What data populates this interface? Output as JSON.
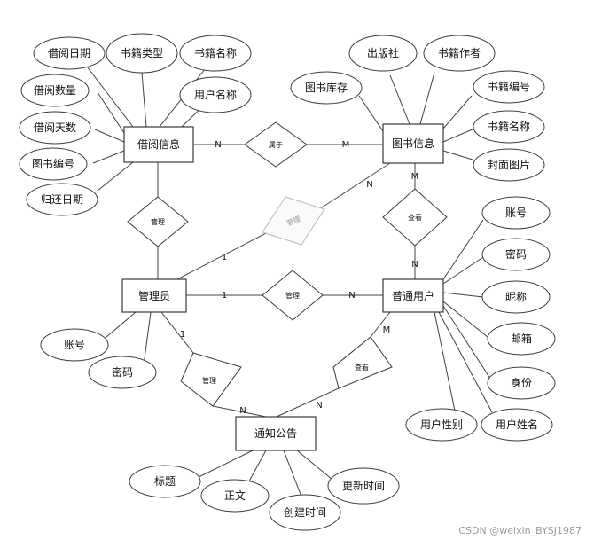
{
  "entities": {
    "borrow": "借阅信息",
    "book": "图书信息",
    "admin": "管理员",
    "user": "普通用户",
    "notice": "通知公告"
  },
  "relationships": {
    "belongs": "属于",
    "admin_borrow": "管理",
    "admin_book": "管理",
    "admin_user": "管理",
    "user_book": "查看",
    "admin_notice": "管理",
    "user_notice": "查看"
  },
  "attributes": {
    "borrow": [
      "借阅日期",
      "书籍类型",
      "书籍名称",
      "借阅数量",
      "用户名称",
      "借阅天数",
      "图书编号",
      "归还日期"
    ],
    "book": [
      "出版社",
      "书籍作者",
      "图书库存",
      "书籍编号",
      "书籍名称",
      "封面图片"
    ],
    "admin": [
      "账号",
      "密码"
    ],
    "user": [
      "账号",
      "密码",
      "昵称",
      "邮箱",
      "身份",
      "用户性别",
      "用户姓名"
    ],
    "notice": [
      "标题",
      "正文",
      "创建时间",
      "更新时间"
    ]
  },
  "cardinality": {
    "borrow_belongs": "N",
    "belongs_book": "M",
    "admin_book_admin": "1",
    "admin_book_book": "N",
    "user_book_book": "M",
    "user_book_user": "N",
    "admin_user_admin": "1",
    "admin_user_user": "N",
    "admin_notice_admin": "1",
    "admin_notice_notice": "N",
    "user_notice_notice": "N",
    "user_notice_user": "M"
  },
  "watermark": "CSDN @weixin_BYSJ1987"
}
